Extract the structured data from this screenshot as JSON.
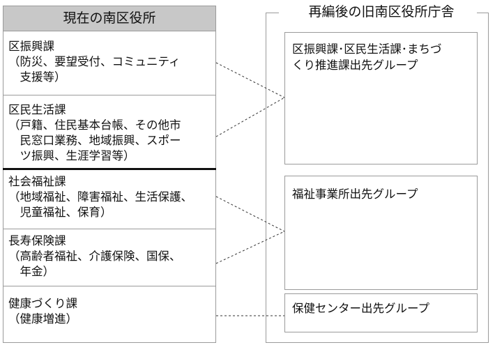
{
  "left": {
    "header": "現在の南区役所",
    "sections": [
      {
        "title": "区振興課",
        "desc": "（防災、要望受付、コミュニティ\n　支援等）"
      },
      {
        "title": "区民生活課",
        "desc": "（戸籍、住民基本台帳、その他市\n　民窓口業務、地域振興、スポー\n　ツ振興、生涯学習等）"
      },
      {
        "title": "社会福祉課",
        "desc": "（地域福祉、障害福祉、生活保護、\n　児童福祉、保育）"
      },
      {
        "title": "長寿保険課",
        "desc": "（高齢者福祉、介護保険、国保、\n　年金）"
      },
      {
        "title": "健康づくり課",
        "desc": "（健康増進）"
      }
    ]
  },
  "right": {
    "header": "再編後の旧南区役所庁舎",
    "groups": [
      {
        "label": "区振興課･区民生活課･まちづ\nくり推進課出先グループ"
      },
      {
        "label": "福祉事業所出先グループ"
      },
      {
        "label": "保健センター出先グループ"
      }
    ]
  }
}
